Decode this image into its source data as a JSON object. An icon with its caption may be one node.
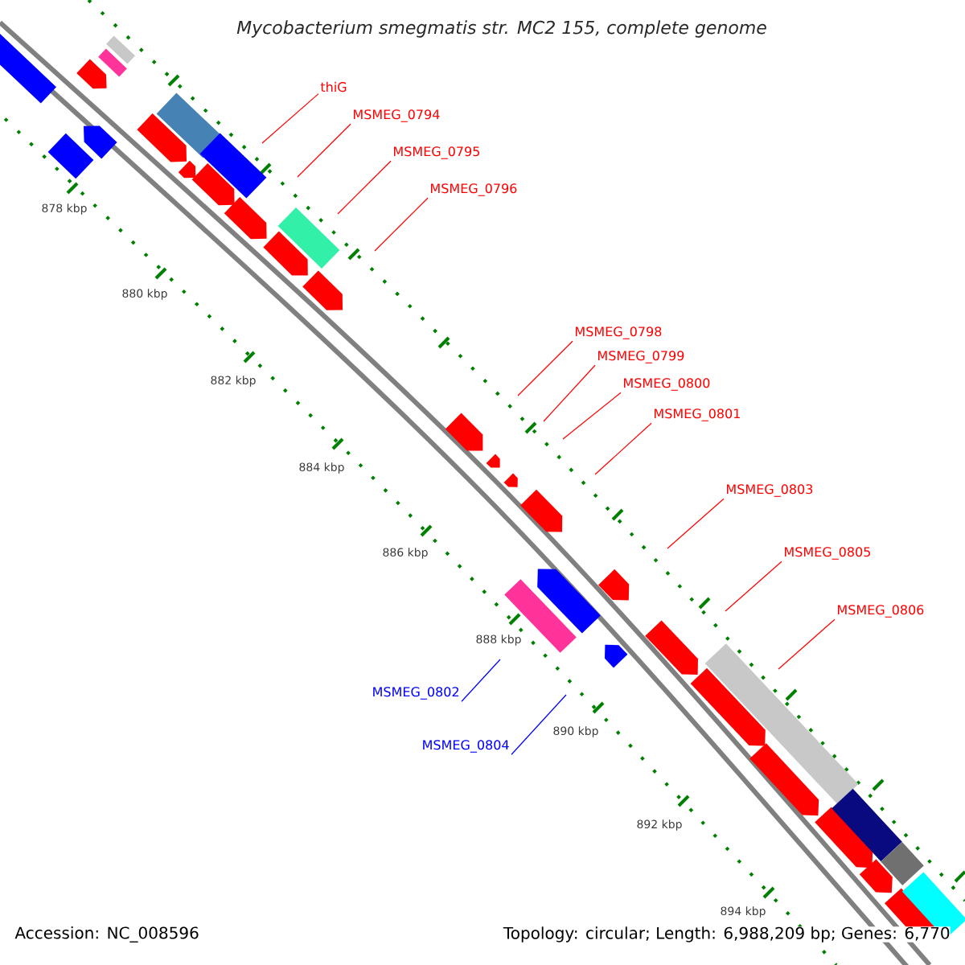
{
  "diagram": {
    "title": "Mycobacterium smegmatis str. MC2 155, complete genome",
    "nodes": [
      {
        "text": [
          "thiG"
        ]
      },
      {
        "text": [
          "MSMEG_0794"
        ]
      },
      {
        "text": [
          "MSMEG_0795"
        ]
      },
      {
        "text": [
          "MSMEG_0796"
        ]
      },
      {
        "text": [
          "MSMEG_0798"
        ]
      },
      {
        "text": [
          "MSMEG_0799"
        ]
      },
      {
        "text": [
          "MSMEG_0800"
        ]
      },
      {
        "text": [
          "MSMEG_0801"
        ]
      },
      {
        "text": [
          "MSMEG_0803"
        ]
      },
      {
        "text": [
          "MSMEG_0805"
        ]
      },
      {
        "text": [
          "MSMEG_0806"
        ]
      },
      {
        "text": [
          "MSMEG_0802"
        ]
      },
      {
        "text": [
          "MSMEG_0804"
        ]
      }
    ],
    "edges": [
      {
        "from": 0,
        "to": null,
        "arrow": "none"
      },
      {
        "from": 1,
        "to": null,
        "arrow": "none"
      },
      {
        "from": 2,
        "to": null,
        "arrow": "none"
      },
      {
        "from": 3,
        "to": null,
        "arrow": "none"
      },
      {
        "from": 4,
        "to": null,
        "arrow": "none"
      },
      {
        "from": 5,
        "to": null,
        "arrow": "none"
      },
      {
        "from": 6,
        "to": null,
        "arrow": "none"
      },
      {
        "from": 7,
        "to": null,
        "arrow": "none"
      },
      {
        "from": 8,
        "to": null,
        "arrow": "none"
      },
      {
        "from": 9,
        "to": null,
        "arrow": "none"
      },
      {
        "from": 10,
        "to": null,
        "arrow": "none"
      },
      {
        "from": 11,
        "to": null,
        "arrow": "none",
        "color": "#0000ff"
      },
      {
        "from": 12,
        "to": null,
        "arrow": "none",
        "color": "#0000ff"
      }
    ],
    "labels": [
      "878 kbp",
      "880 kbp",
      "882 kbp",
      "884 kbp",
      "886 kbp",
      "888 kbp",
      "890 kbp",
      "892 kbp",
      "894 kbp",
      "Accession: NC_008596",
      "Topology: circular; Length: 6,988,209 bp; Genes: 6,770"
    ]
  }
}
